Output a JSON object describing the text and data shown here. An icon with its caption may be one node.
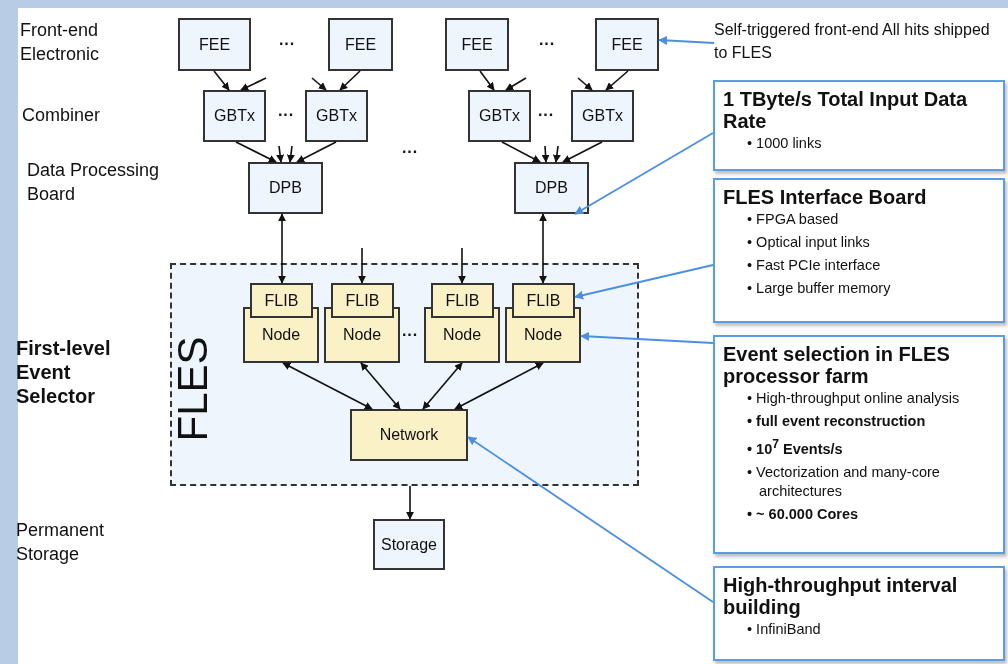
{
  "diagram": {
    "nodes": [
      {
        "text": [
          "FEE"
        ]
      },
      {
        "text": [
          "FEE"
        ]
      },
      {
        "text": [
          "FEE"
        ]
      },
      {
        "text": [
          "FEE"
        ]
      },
      {
        "text": [
          "GBTx"
        ]
      },
      {
        "text": [
          "GBTx"
        ]
      },
      {
        "text": [
          "GBTx"
        ]
      },
      {
        "text": [
          "GBTx"
        ]
      },
      {
        "text": [
          "DPB"
        ]
      },
      {
        "text": [
          "DPB"
        ]
      },
      {
        "text": [
          "FLES"
        ]
      },
      {
        "text": [
          "FLIB"
        ],
        "in": 10
      },
      {
        "text": [
          "Node"
        ],
        "in": 10
      },
      {
        "text": [
          "FLIB"
        ],
        "in": 10
      },
      {
        "text": [
          "Node"
        ],
        "in": 10
      },
      {
        "text": [
          "FLIB"
        ],
        "in": 10
      },
      {
        "text": [
          "Node"
        ],
        "in": 10
      },
      {
        "text": [
          "FLIB"
        ],
        "in": 10
      },
      {
        "text": [
          "Node"
        ],
        "in": 10
      },
      {
        "text": [
          "Network"
        ],
        "in": 10
      },
      {
        "text": [
          "Storage"
        ]
      },
      {
        "text": [
          "Self-triggered front-end All hits shipped to FLES"
        ]
      },
      {
        "text": [
          "1 TByte/s Total Input Data Rate",
          "• 1000 links"
        ]
      },
      {
        "text": [
          "FLES Interface Board",
          "• FPGA based",
          "• Optical input links",
          "• Fast PCIe interface",
          "• Large buffer memory"
        ]
      },
      {
        "text": [
          "Event selection in FLES processor farm",
          "• High-throughput online analysis",
          "**• full event reconstruction**",
          "**• 10$^{7}$ Events/s**",
          "• Vectorization and many-core architectures",
          "**• ~ 60.000 Cores**"
        ]
      },
      {
        "text": [
          "High-throughput interval building",
          "• InfiniBand"
        ]
      }
    ],
    "edges": [
      {
        "from": 0,
        "to": 4,
        "arrow": "to"
      },
      {
        "from": null,
        "to": 4,
        "arrow": "to"
      },
      {
        "from": null,
        "to": 5,
        "arrow": "to"
      },
      {
        "from": 1,
        "to": 5,
        "arrow": "to"
      },
      {
        "from": 2,
        "to": 6,
        "arrow": "to"
      },
      {
        "from": null,
        "to": 6,
        "arrow": "to"
      },
      {
        "from": null,
        "to": 7,
        "arrow": "to"
      },
      {
        "from": 3,
        "to": 7,
        "arrow": "to"
      },
      {
        "from": 4,
        "to": 8,
        "arrow": "to"
      },
      {
        "from": null,
        "to": 8,
        "arrow": "to"
      },
      {
        "from": null,
        "to": 8,
        "arrow": "to"
      },
      {
        "from": 5,
        "to": 8,
        "arrow": "to"
      },
      {
        "from": 6,
        "to": 9,
        "arrow": "to"
      },
      {
        "from": null,
        "to": 9,
        "arrow": "to"
      },
      {
        "from": null,
        "to": 9,
        "arrow": "to"
      },
      {
        "from": 7,
        "to": 9,
        "arrow": "to"
      },
      {
        "from": 8,
        "to": 11,
        "arrow": "both"
      },
      {
        "from": null,
        "to": 13,
        "arrow": "to"
      },
      {
        "from": null,
        "to": 15,
        "arrow": "to"
      },
      {
        "from": 9,
        "to": 17,
        "arrow": "both"
      },
      {
        "from": 12,
        "to": 19,
        "arrow": "both"
      },
      {
        "from": 14,
        "to": 19,
        "arrow": "both"
      },
      {
        "from": 16,
        "to": 19,
        "arrow": "both"
      },
      {
        "from": 18,
        "to": 19,
        "arrow": "both"
      },
      {
        "from": 10,
        "to": 20,
        "arrow": "to"
      },
      {
        "from": 21,
        "to": 3,
        "arrow": "to",
        "color": "#4a8fe0"
      },
      {
        "from": 22,
        "to": 9,
        "arrow": "to",
        "color": "#4a8fe0"
      },
      {
        "from": 23,
        "to": 17,
        "arrow": "to",
        "color": "#4a8fe0"
      },
      {
        "from": 24,
        "to": 18,
        "arrow": "to",
        "color": "#4a8fe0"
      },
      {
        "from": 25,
        "to": 19,
        "arrow": "to",
        "color": "#4a8fe0"
      }
    ],
    "labels": [
      "Front-end Electronic",
      "···",
      "···",
      "Combiner",
      "···",
      "···",
      "···",
      "Data Processing Board",
      "First-level Event Selector",
      "···",
      "Permanent Storage"
    ]
  }
}
